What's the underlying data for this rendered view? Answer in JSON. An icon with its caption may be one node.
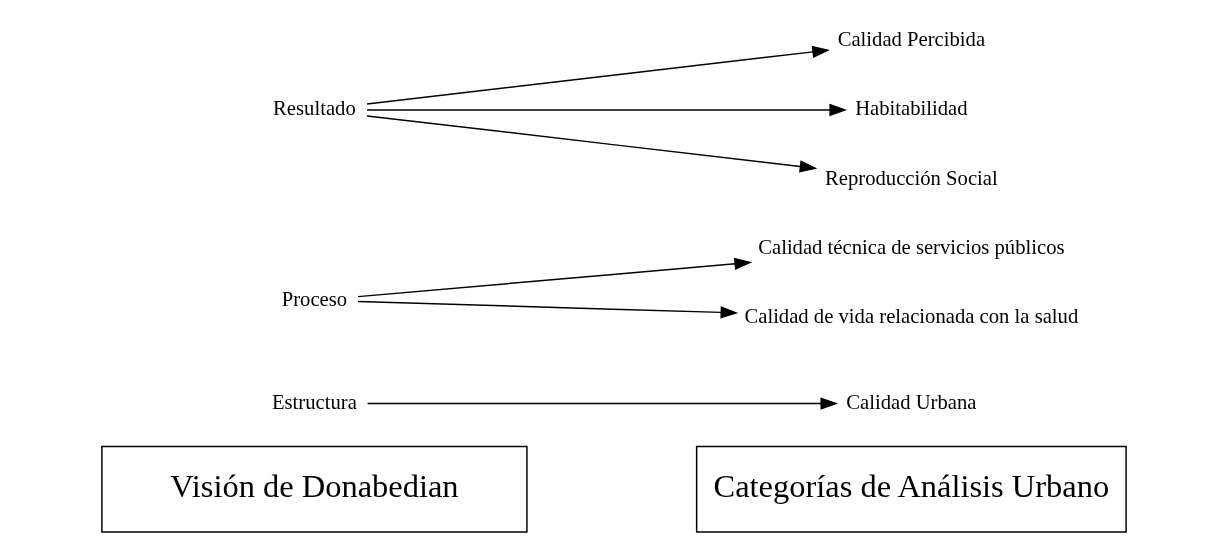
{
  "diagram": {
    "nodes": [
      {
        "text": [
          "Visión de Donabedian"
        ]
      },
      {
        "text": [
          "Categorías de Análisis Urbano"
        ]
      },
      {
        "text": [
          "Estructura"
        ]
      },
      {
        "text": [
          "Calidad Urbana"
        ]
      },
      {
        "text": [
          "Proceso"
        ]
      },
      {
        "text": [
          "Calidad técnica de servicios públicos"
        ]
      },
      {
        "text": [
          "Calidad de vida relacionada con la salud"
        ]
      },
      {
        "text": [
          "Resultado"
        ]
      },
      {
        "text": [
          "Calidad Percibida"
        ]
      },
      {
        "text": [
          "Habitabilidad"
        ]
      },
      {
        "text": [
          "Reproducción Social"
        ]
      }
    ],
    "edges": [
      {
        "from": 2,
        "to": 3,
        "arrow": "to"
      },
      {
        "from": 4,
        "to": 5,
        "arrow": "to"
      },
      {
        "from": 4,
        "to": 6,
        "arrow": "to"
      },
      {
        "from": 7,
        "to": 8,
        "arrow": "to"
      },
      {
        "from": 7,
        "to": 9,
        "arrow": "to"
      },
      {
        "from": 7,
        "to": 10,
        "arrow": "to"
      }
    ]
  }
}
